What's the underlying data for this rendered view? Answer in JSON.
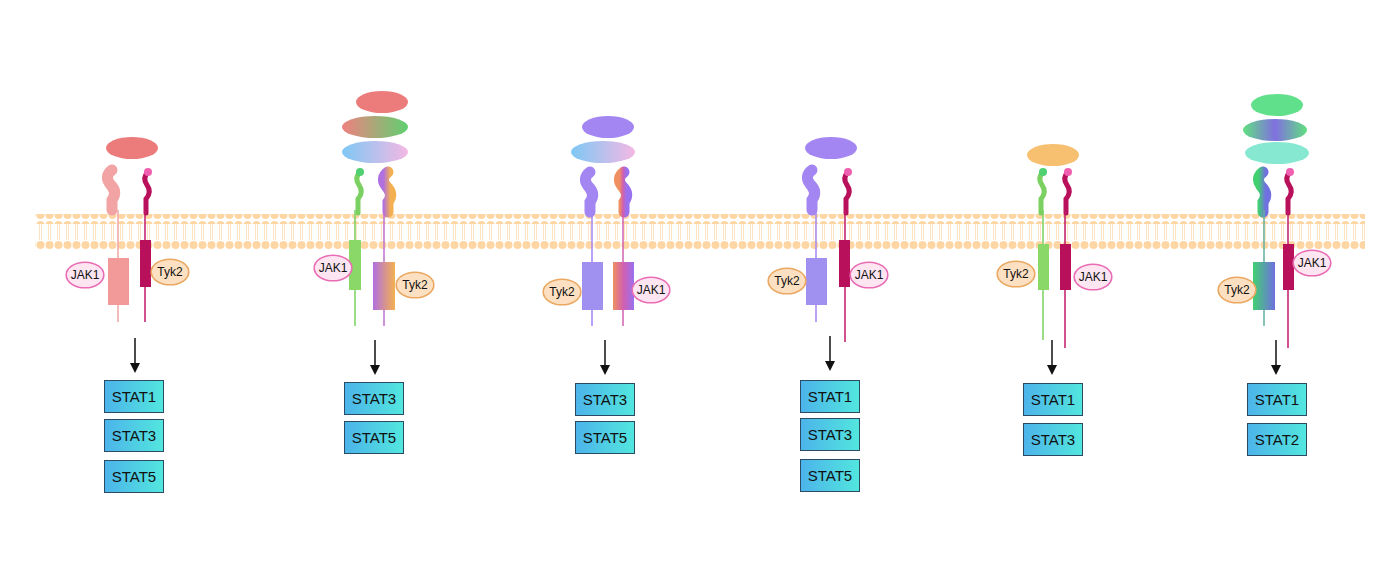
{
  "diagram": {
    "nodes": [
      {
        "text": [
          "JAK1"
        ]
      },
      {
        "text": [
          "Tyk2"
        ]
      },
      {
        "text": [
          "STAT1"
        ]
      },
      {
        "text": [
          "STAT3"
        ]
      },
      {
        "text": [
          "STAT5"
        ]
      },
      {
        "text": [
          "JAK1"
        ]
      },
      {
        "text": [
          "Tyk2"
        ]
      },
      {
        "text": [
          "STAT3"
        ]
      },
      {
        "text": [
          "STAT5"
        ]
      },
      {
        "text": [
          "Tyk2"
        ]
      },
      {
        "text": [
          "JAK1"
        ]
      },
      {
        "text": [
          "STAT3"
        ]
      },
      {
        "text": [
          "STAT5"
        ]
      },
      {
        "text": [
          "Tyk2"
        ]
      },
      {
        "text": [
          "JAK1"
        ]
      },
      {
        "text": [
          "STAT1"
        ]
      },
      {
        "text": [
          "STAT3"
        ]
      },
      {
        "text": [
          "STAT5"
        ]
      },
      {
        "text": [
          "Tyk2"
        ]
      },
      {
        "text": [
          "JAK1"
        ]
      },
      {
        "text": [
          "STAT1"
        ]
      },
      {
        "text": [
          "STAT3"
        ]
      },
      {
        "text": [
          "Tyk2"
        ]
      },
      {
        "text": [
          "JAK1"
        ]
      },
      {
        "text": [
          "STAT1"
        ]
      },
      {
        "text": [
          "STAT2"
        ]
      }
    ]
  }
}
